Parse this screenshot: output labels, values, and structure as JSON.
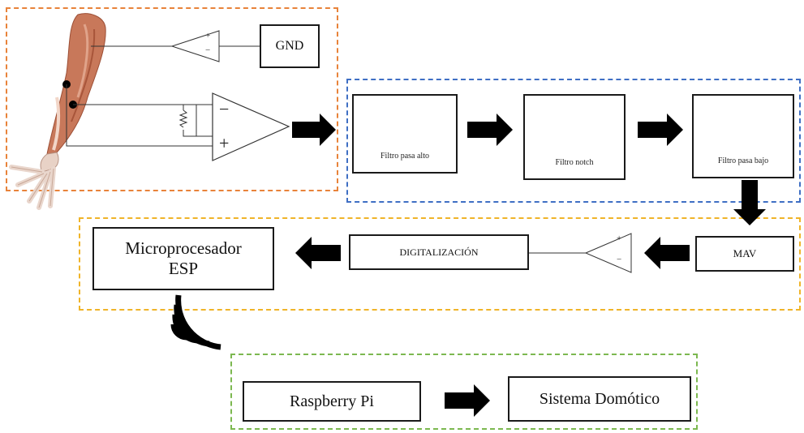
{
  "signal": {
    "gnd_label": "GND",
    "amp_plus": "+",
    "amp_minus": "−",
    "inamp_plus": "+",
    "inamp_minus": "−"
  },
  "filters": [
    {
      "label": "Filtro pasa alto"
    },
    {
      "label": "Filtro notch"
    },
    {
      "label": "Filtro pasa bajo"
    }
  ],
  "processing": {
    "mav_label": "MAV",
    "digitalizacion_label": "DIGITALIZACIÓN",
    "micro_line1": "Microprocesador",
    "micro_line2": "ESP",
    "opamp_plus": "+",
    "opamp_minus": "−"
  },
  "output": {
    "raspberry_label": "Raspberry Pi",
    "domotic_label": "Sistema Domótico"
  },
  "colors": {
    "orange_group": "#e8833a",
    "blue_group": "#3f6fc4",
    "yellow_group": "#f0b429",
    "green_group": "#7cb850",
    "filter_curve": "#8fb3e0",
    "arm_muscle": "#c8785a"
  },
  "icons": {
    "wireless": "wireless-signal-icon",
    "arrow": "black-arrow-icon"
  }
}
